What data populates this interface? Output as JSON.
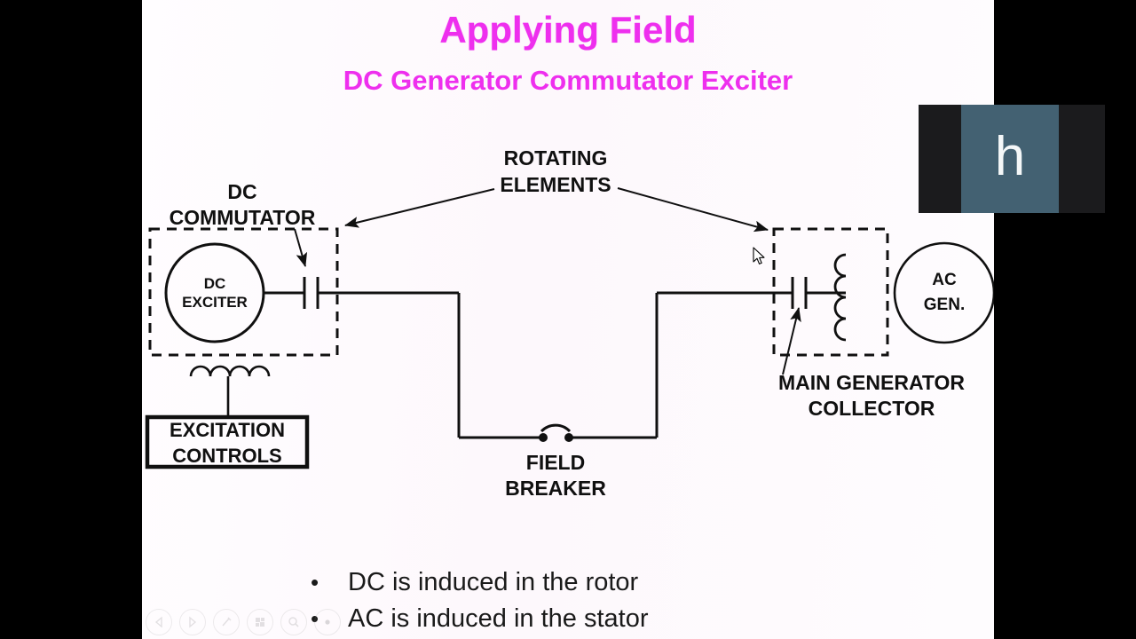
{
  "slide": {
    "title": "Applying Field",
    "subtitle": "DC Generator Commutator Exciter",
    "background_color": "#fdfbfd",
    "title_color": "#ee2fee"
  },
  "diagram": {
    "labels": {
      "dc_commutator_line1": "DC",
      "dc_commutator_line2": "COMMUTATOR",
      "dc_exciter_line1": "DC",
      "dc_exciter_line2": "EXCITER",
      "excitation_controls_line1": "EXCITATION",
      "excitation_controls_line2": "CONTROLS",
      "rotating_elements_line1": "ROTATING",
      "rotating_elements_line2": "ELEMENTS",
      "field_breaker_line1": "FIELD",
      "field_breaker_line2": "BREAKER",
      "main_generator_line1": "MAIN GENERATOR",
      "main_generator_line2": "COLLECTOR",
      "ac_gen_line1": "AC",
      "ac_gen_line2": "GEN."
    },
    "line_color": "#101010"
  },
  "bullets": [
    {
      "marker": "•",
      "text": "DC is induced in the rotor"
    },
    {
      "marker": "•",
      "text": "AC is induced in the stator"
    }
  ],
  "presenter_toolbar": [
    {
      "icon": "previous-slide-icon"
    },
    {
      "icon": "next-slide-icon"
    },
    {
      "icon": "pen-icon"
    },
    {
      "icon": "slides-grid-icon"
    },
    {
      "icon": "zoom-icon"
    },
    {
      "icon": "more-options-icon"
    }
  ],
  "overlay": {
    "letter": "h",
    "panel_color": "#436172",
    "frame_color": "#1b1b1d"
  }
}
